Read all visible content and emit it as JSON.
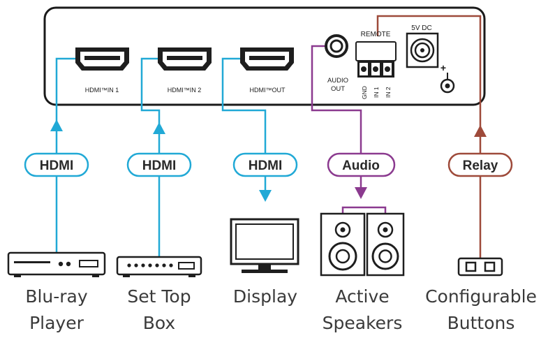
{
  "device": {
    "ports": {
      "hdmi_in_1": "HDMI™IN 1",
      "hdmi_in_2": "HDMI™IN 2",
      "hdmi_out": "HDMI™OUT",
      "audio_out_line1": "AUDIO",
      "audio_out_line2": "OUT",
      "remote": "REMOTE",
      "remote_pins": [
        "GND",
        "IN 1",
        "IN 2"
      ],
      "power": "5V DC",
      "power_polarity": "+"
    }
  },
  "connections": [
    {
      "label": "HDMI",
      "color": "#21a9d6",
      "direction": "to-device"
    },
    {
      "label": "HDMI",
      "color": "#21a9d6",
      "direction": "to-device"
    },
    {
      "label": "HDMI",
      "color": "#21a9d6",
      "direction": "from-device"
    },
    {
      "label": "Audio",
      "color": "#8b3a8f",
      "direction": "from-device"
    },
    {
      "label": "Relay",
      "color": "#9e4a3a",
      "direction": "to-device"
    }
  ],
  "endpoints": [
    {
      "line1": "Blu-ray",
      "line2": "Player",
      "icon": "blu-ray-player-icon"
    },
    {
      "line1": "Set Top",
      "line2": "Box",
      "icon": "set-top-box-icon"
    },
    {
      "line1": "Display",
      "line2": "",
      "icon": "display-monitor-icon"
    },
    {
      "line1": "Active",
      "line2": "Speakers",
      "icon": "speakers-icon"
    },
    {
      "line1": "Configurable",
      "line2": "Buttons",
      "icon": "configurable-buttons-icon"
    }
  ]
}
